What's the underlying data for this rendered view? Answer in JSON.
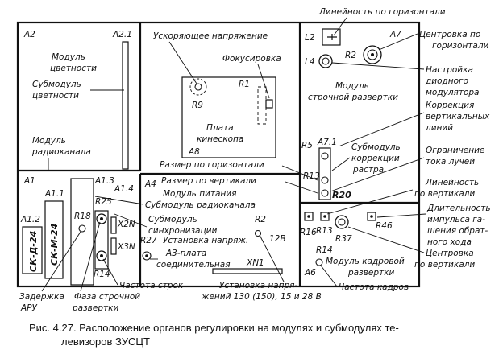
{
  "caption": {
    "line1": "Рис. 4.27. Расположение органов регулировки на модулях и субмодулях те-",
    "line2": "левизоров ЗУСЦТ"
  },
  "modules": {
    "a2": "A2",
    "a2_1": "A2.1",
    "color_module_1": "Модуль",
    "color_module_2": "цветности",
    "color_submodule_1": "Субмодуль",
    "color_submodule_2": "цветности",
    "radio_module_1": "Модуль",
    "radio_module_2": "радиоканала",
    "accel_voltage": "Ускоряющее напряжение",
    "focus": "Фокусировка",
    "r1": "R1",
    "r9": "R9",
    "kinescope_board_1": "Плата",
    "kinescope_board_2": "кинескопа",
    "a8": "A8",
    "h_size": "Размер по горизонтали",
    "h_linearity": "Линейность по горизонтали",
    "l2": "L2",
    "a7": "A7",
    "r2_top": "R2",
    "h_center_1": "Центровка по",
    "h_center_2": "горизонтали",
    "l4": "L4",
    "diode_mod_1": "Настройка",
    "diode_mod_2": "диодного",
    "diode_mod_3": "модулятора",
    "line_scan_1": "Модуль",
    "line_scan_2": "строчной развертки",
    "vert_corr_1": "Коррекция",
    "vert_corr_2": "вертикальных",
    "vert_corr_3": "линий",
    "r5": "R5",
    "a7_1": "A7.1",
    "raster_sub_1": "Субмодуль",
    "raster_sub_2": "коррекции",
    "raster_sub_3": "растра",
    "beam_limit_1": "Ограничение",
    "beam_limit_2": "тока лучей",
    "r13_a": "R13",
    "r20": "R20",
    "a1": "A1",
    "a1_1": "A1.1",
    "a1_2": "A1.2",
    "a1_3": "A1.3",
    "a1_4": "A1.4",
    "sk_d": "СК-Д-24",
    "sk_m": "СК-М-24",
    "r18": "R18",
    "r25": "R25",
    "r14_a": "R14",
    "x2n": "X2N",
    "x3n": "X3N",
    "a4": "A4",
    "v_size": "Размер по вертикали",
    "power_module": "Модуль питания",
    "radio_submodule": "Субмодуль радиоканала",
    "sync_sub_1": "Субмодуль",
    "sync_sub_2": "синхронизации",
    "r2_mid": "R2",
    "v12": "12В",
    "r27": "R27",
    "set_voltage": "Установка напряж.",
    "a3_board_1": "А3-плата",
    "a3_board_2": "соединительная",
    "xn1": "XN1",
    "v_linearity_1": "Линейность",
    "v_linearity_2": "по вертикали",
    "r16": "R16",
    "r13_b": "R13",
    "r37": "R37",
    "r46": "R46",
    "flyback_1": "Длительность",
    "flyback_2": "импульса га-",
    "flyback_3": "шения обрат-",
    "flyback_4": "ного хода",
    "v_center_1": "Центровка",
    "v_center_2": "по вертикали",
    "r14_b": "R14",
    "a6": "A6",
    "frame_mod_1": "Модуль кадровой",
    "frame_mod_2": "развертки",
    "frame_freq": "Частота кадров",
    "agc_delay_1": "Задержка",
    "agc_delay_2": "АРУ",
    "line_phase_1": "Фаза строчной",
    "line_phase_2": "развертки",
    "line_freq": "Частота строк",
    "set_volt_bot_1": "Установка напря-",
    "set_volt_bot_2": "жений 130 (150), 15 и 28 В"
  }
}
